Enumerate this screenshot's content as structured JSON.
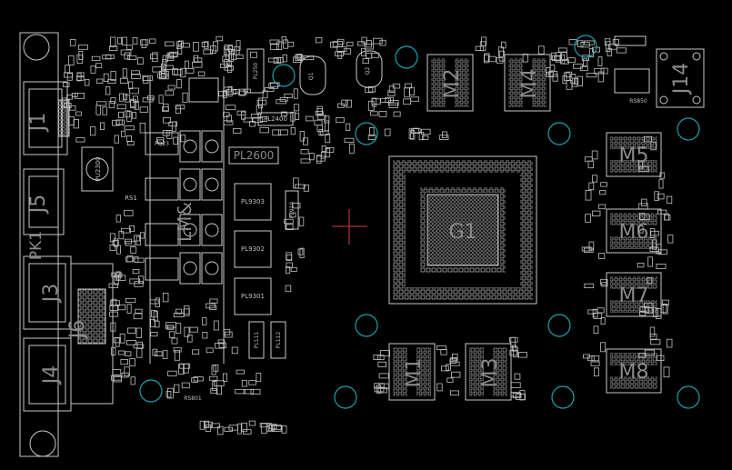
{
  "colors": {
    "background": "#000000",
    "silkscreen": "#c8c8c8",
    "label": "#8a8a8a",
    "hole": "#1aa3b0",
    "cursor": "#d04040"
  },
  "labels": {
    "G1": "G1",
    "M1": "M1",
    "M2": "M2",
    "M3": "M3",
    "M4": "M4",
    "M5": "M5",
    "M6": "M6",
    "M7": "M7",
    "M8": "M8",
    "J1": "J1",
    "J3": "J3",
    "J4": "J4",
    "J5": "J5",
    "J6": "J6",
    "J14": "J14",
    "PK1": "PK1",
    "LM": "LM&",
    "PL2600": "PL2600",
    "PL9303": "PL9303",
    "PL9302": "PL9302",
    "PL9301": "PL9301",
    "PL2400": "PL2400",
    "PU2300": "PU2300",
    "PQ2": "PQ23",
    "RSL": "RS1",
    "RS801": "RS801",
    "RS850": "RS850",
    "Q1": "Q1",
    "Q2": "Q2",
    "PL111": "PL111",
    "PL112": "PL112",
    "PL250": "PL250",
    "PL910": "PL910"
  }
}
